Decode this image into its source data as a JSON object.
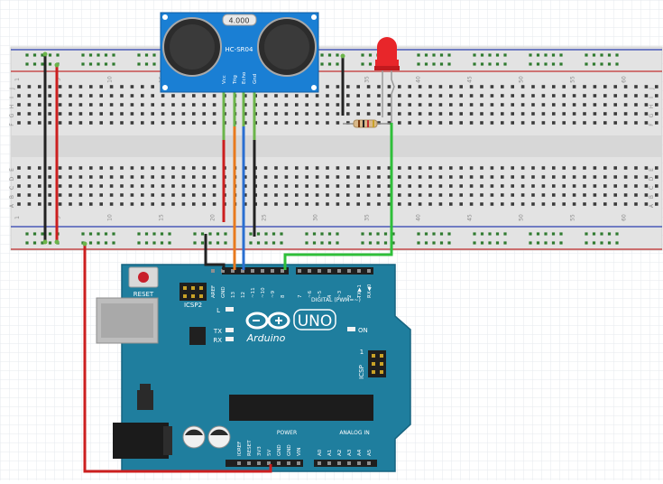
{
  "sensor": {
    "model": "HC-SR04",
    "crystal": "4.000",
    "pins": [
      "Vcc",
      "Trig",
      "Echo",
      "Gnd"
    ]
  },
  "breadboard": {
    "col_numbers": [
      "1",
      "5",
      "10",
      "15",
      "20",
      "25",
      "30",
      "35",
      "40",
      "45",
      "50",
      "55",
      "60"
    ],
    "row_letters_top": [
      "J",
      "I",
      "H",
      "G",
      "F"
    ],
    "row_letters_bottom": [
      "E",
      "D",
      "C",
      "B",
      "A"
    ]
  },
  "arduino": {
    "brand": "Arduino",
    "model": "UNO",
    "reset": "RESET",
    "icsp2": "ICSP2",
    "icsp": "ICSP",
    "icsp_pin1": "1",
    "on": "ON",
    "led_l": "L",
    "led_tx": "TX",
    "led_rx": "RX",
    "digital_label": "DIGITAL (PWM=~)",
    "power_label": "POWER",
    "analog_label": "ANALOG IN",
    "digital_pins": [
      "AREF",
      "GND",
      "13",
      "12",
      "~11",
      "~10",
      "~9",
      "8",
      "7",
      "~6",
      "~5",
      "4",
      "~3",
      "2",
      "TX▶1",
      "RX◀0"
    ],
    "power_pins": [
      "IOREF",
      "RESET",
      "3V3",
      "5V",
      "GND",
      "GND",
      "VIN"
    ],
    "analog_pins": [
      "A0",
      "A1",
      "A2",
      "A3",
      "A4",
      "A5"
    ]
  },
  "colors": {
    "board": "#1f7e9e",
    "wire_red": "#cc1f1f",
    "wire_black": "#222222",
    "wire_orange": "#e87a1e",
    "wire_blue": "#2a6fd1",
    "wire_green": "#2fbf3a",
    "sensor_blue": "#1a7fd4",
    "led": "#e8262a"
  }
}
